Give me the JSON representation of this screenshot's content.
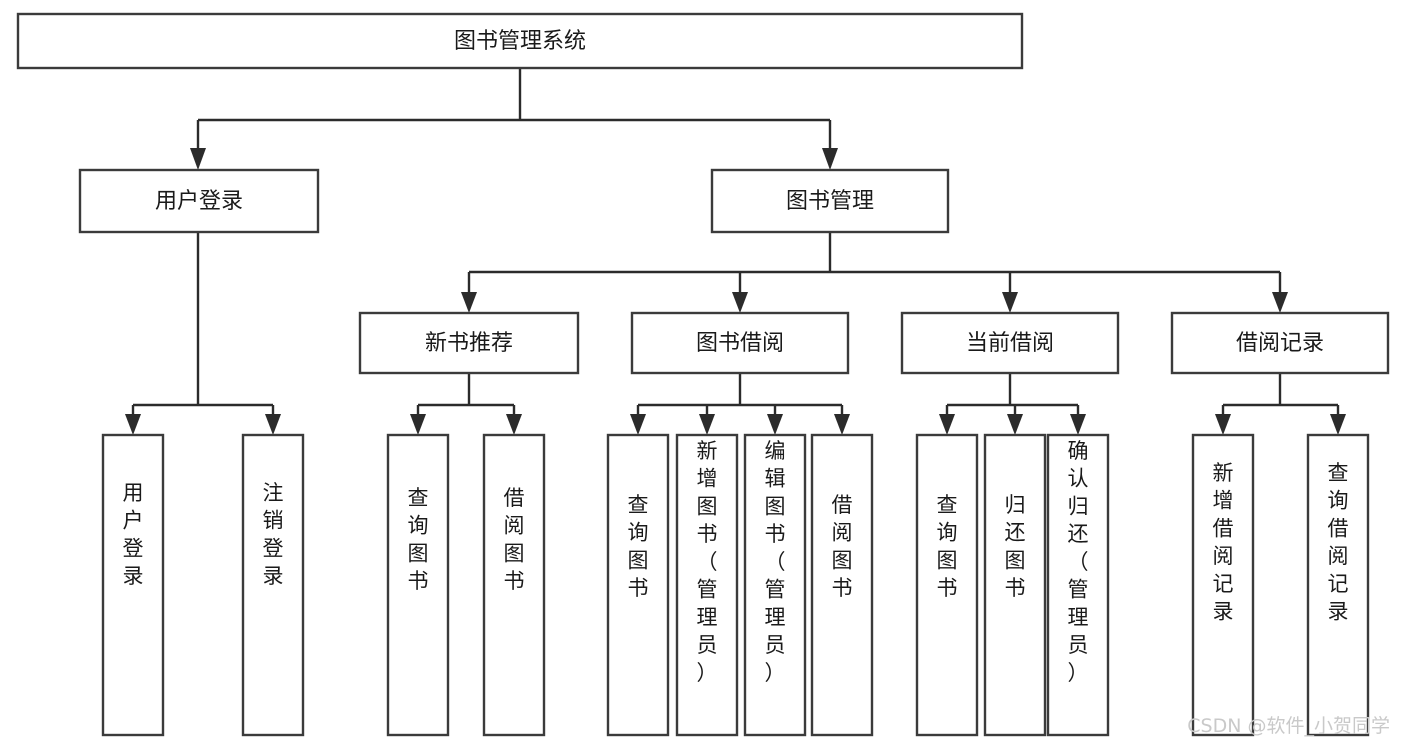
{
  "diagram": {
    "title": "图书管理系统",
    "type": "tree-hierarchy",
    "root": {
      "id": "root",
      "label": "图书管理系统"
    },
    "level2": [
      {
        "id": "user-login",
        "label": "用户登录"
      },
      {
        "id": "book-management",
        "label": "图书管理"
      }
    ],
    "level3": [
      {
        "id": "new-book-recommend",
        "label": "新书推荐"
      },
      {
        "id": "book-borrow",
        "label": "图书借阅"
      },
      {
        "id": "current-borrow",
        "label": "当前借阅"
      },
      {
        "id": "borrow-record",
        "label": "借阅记录"
      }
    ],
    "leaves": {
      "user_login": [
        {
          "id": "leaf-user-login",
          "label": "用户登录"
        },
        {
          "id": "leaf-logout-login",
          "label": "注销登录"
        }
      ],
      "new_book_recommend": [
        {
          "id": "leaf-query-book-1",
          "label": "查询图书"
        },
        {
          "id": "leaf-borrow-book-1",
          "label": "借阅图书"
        }
      ],
      "book_borrow": [
        {
          "id": "leaf-query-book-2",
          "label": "查询图书"
        },
        {
          "id": "leaf-add-book",
          "label": "新增图书（管理员）"
        },
        {
          "id": "leaf-edit-book",
          "label": "编辑图书（管理员）"
        },
        {
          "id": "leaf-borrow-book-2",
          "label": "借阅图书"
        }
      ],
      "current_borrow": [
        {
          "id": "leaf-query-book-3",
          "label": "查询图书"
        },
        {
          "id": "leaf-return-book",
          "label": "归还图书"
        },
        {
          "id": "leaf-confirm-return",
          "label": "确认归还（管理员）"
        }
      ],
      "borrow_record": [
        {
          "id": "leaf-add-record",
          "label": "新增借阅记录"
        },
        {
          "id": "leaf-query-record",
          "label": "查询借阅记录"
        }
      ]
    }
  },
  "watermark": {
    "text": "CSDN @软件_小贺同学"
  },
  "colors": {
    "box_stroke": "#3b3b3b",
    "edge": "#2b2b2b",
    "text": "#1a1a1a",
    "background": "#ffffff",
    "watermark": "#c9c9c9"
  }
}
